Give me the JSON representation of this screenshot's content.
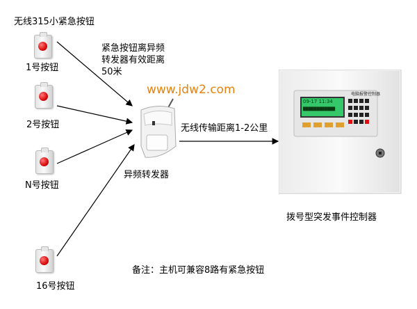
{
  "title": "无线315小紧急按钮",
  "buttons": [
    {
      "label": "1号按钮"
    },
    {
      "label": "2号按钮"
    },
    {
      "label": "N号按钮"
    },
    {
      "label": "16号按钮"
    }
  ],
  "distance_note": {
    "line1": "紧急按钮离异频",
    "line2": "转发器有效距离",
    "line3": "50米"
  },
  "website": "www.jdw2.com",
  "repeater_label": "异频转发器",
  "wireless_distance": "无线传输距离1-2公里",
  "controller": {
    "label": "拨号型突发事件控制器",
    "panel_title": "电脑报警控制器",
    "screen_line1": "09-17 11:34",
    "screen_line2": "████████████"
  },
  "footer_note": "备注：主机可兼容8路有紧急按钮",
  "colors": {
    "website": "#e8820c",
    "button_red": "#d90d0d",
    "lcd": "#35c86a"
  }
}
